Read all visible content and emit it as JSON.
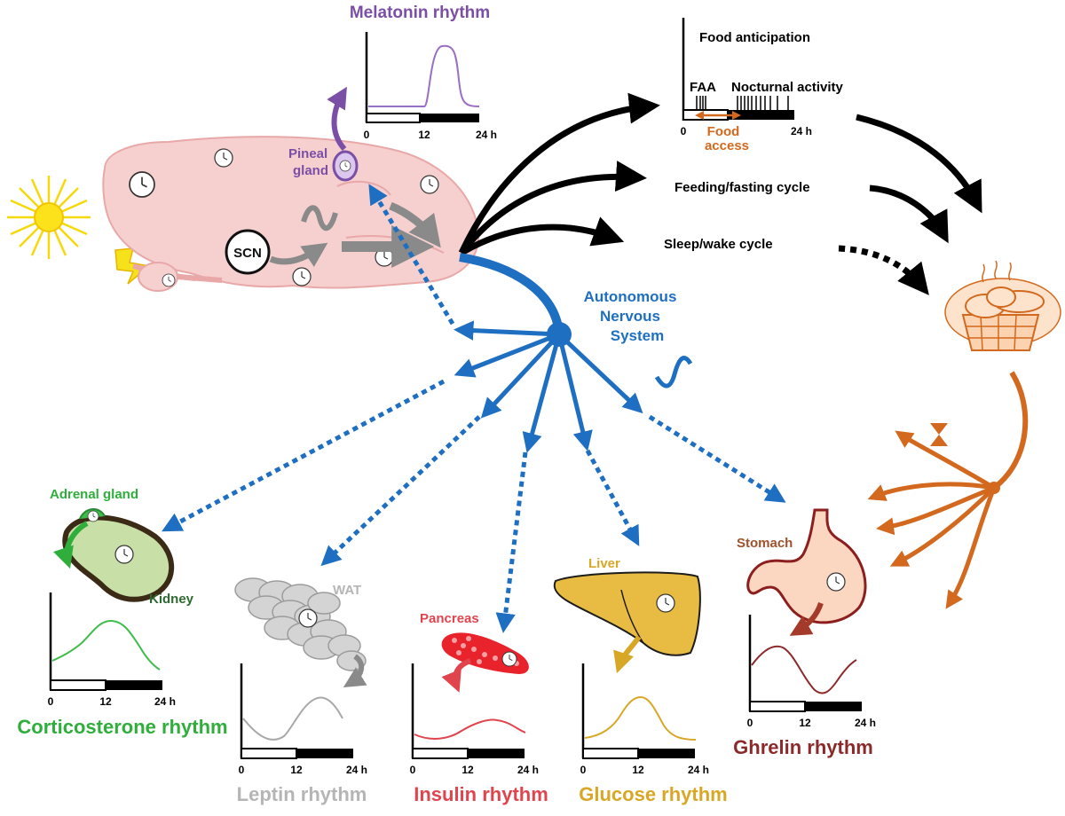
{
  "colors": {
    "purple": "#7b4fa6",
    "blue": "#1e6fc2",
    "orange": "#d2691e",
    "green": "#2fae3c",
    "darkgreen": "#2d6a2f",
    "grey": "#9c9c9c",
    "red": "#e0454e",
    "gold": "#d8a726",
    "brown": "#8c2a2a",
    "brain": "#f6cfcf"
  },
  "labels": {
    "melatonin_rhythm": "Melatonin rhythm",
    "food_anticipation": "Food anticipation",
    "faa": "FAA",
    "nocturnal_activity": "Nocturnal activity",
    "food_access_1": "Food",
    "food_access_2": "access",
    "feeding_fasting": "Feeding/fasting cycle",
    "sleep_wake": "Sleep/wake cycle",
    "pineal_1": "Pineal",
    "pineal_2": "gland",
    "scn": "SCN",
    "ans_1": "Autonomous",
    "ans_2": "Nervous",
    "ans_3": "System",
    "adrenal": "Adrenal gland",
    "kidney": "Kidney",
    "wat": "WAT",
    "pancreas": "Pancreas",
    "liver": "Liver",
    "stomach": "Stomach",
    "corticosterone_rhythm": "Corticosterone rhythm",
    "leptin_rhythm": "Leptin rhythm",
    "insulin_rhythm": "Insulin rhythm",
    "glucose_rhythm": "Glucose rhythm",
    "ghrelin_rhythm": "Ghrelin rhythm"
  },
  "ticks": {
    "t0": "0",
    "t12": "12",
    "t24": "24 h"
  },
  "icons": [
    "sun-icon",
    "lightning-icon",
    "clock-icon",
    "sine-wave-icon",
    "hourglass-icon",
    "bread-basket-icon"
  ]
}
